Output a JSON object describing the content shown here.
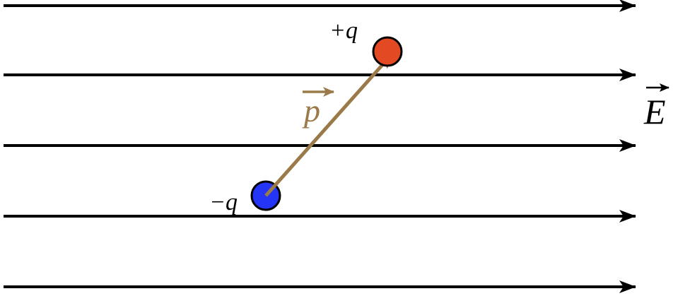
{
  "diagram": {
    "colors": {
      "field_line": "#000000",
      "positive_charge": "#e34a24",
      "negative_charge": "#2535f5",
      "dipole_vector": "#9b7a4a",
      "charge_outline": "#000000"
    },
    "labels": {
      "positive_charge": "+q",
      "negative_charge": "−q",
      "field": "E",
      "dipole_moment": "p"
    },
    "field_line_count": 5
  }
}
